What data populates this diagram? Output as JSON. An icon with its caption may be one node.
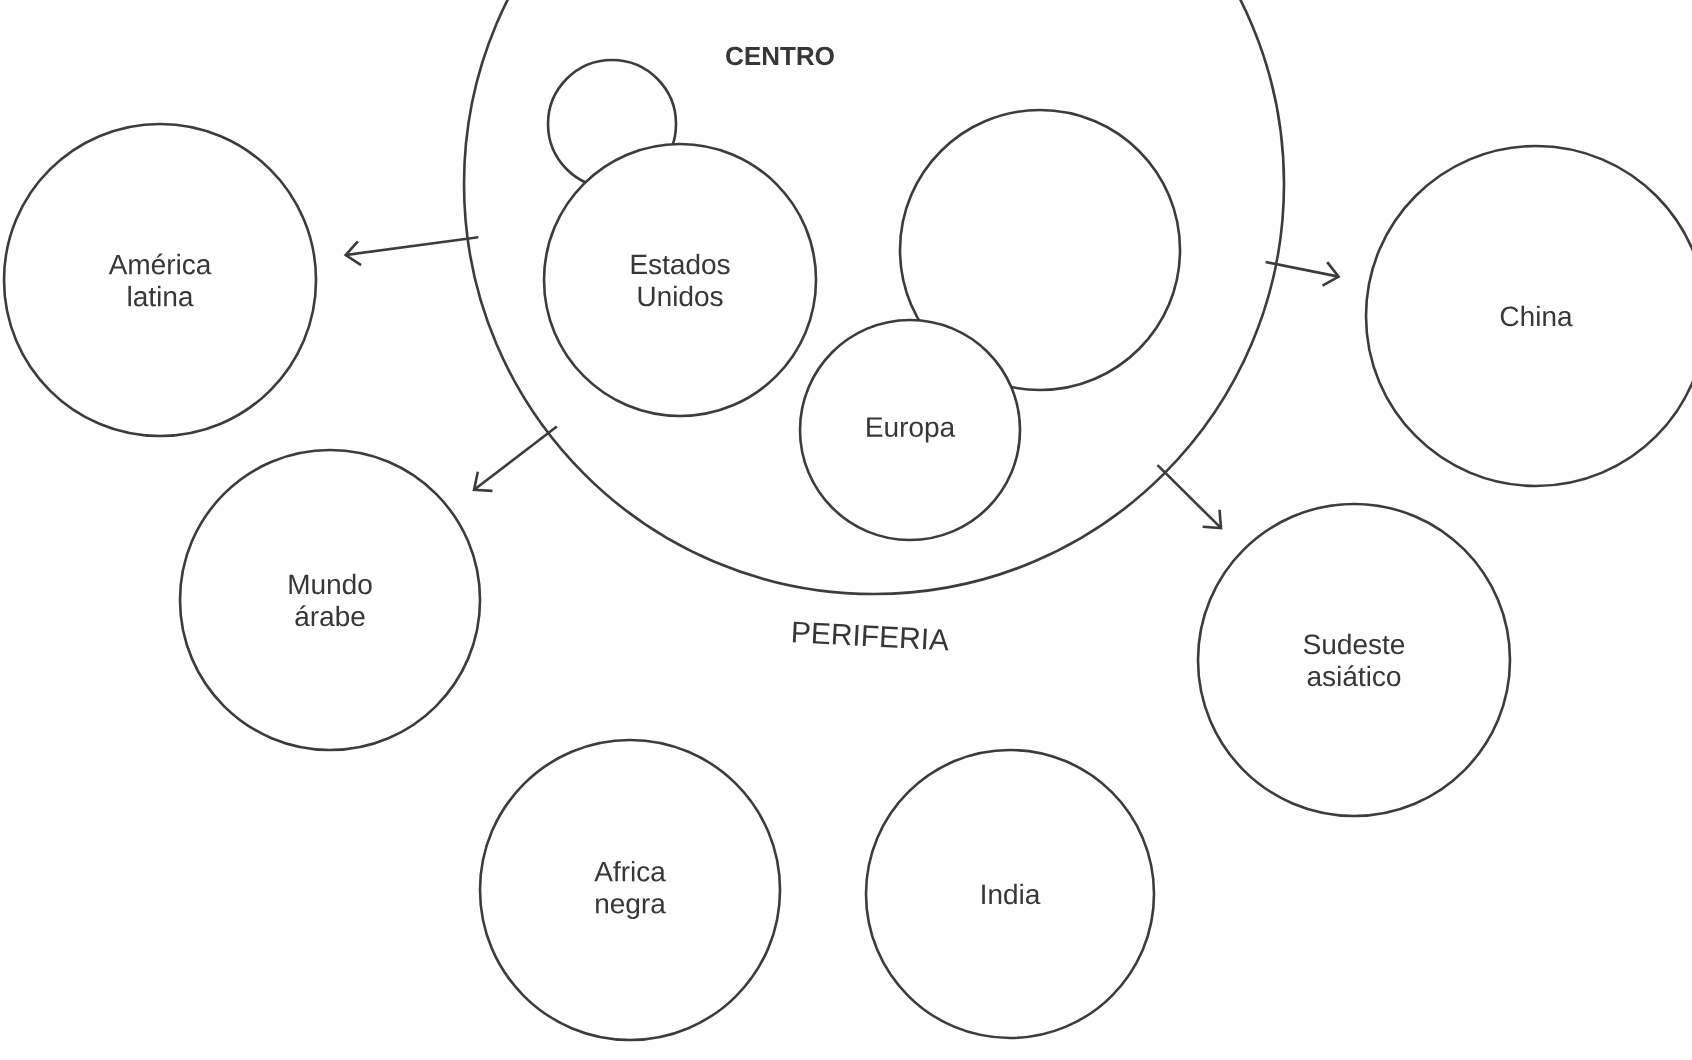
{
  "diagram": {
    "nodes": [
      {
        "text": [
          "CENTRO"
        ]
      },
      {
        "text": [],
        "shape": "circle",
        "in": 0
      },
      {
        "text": [
          "Estados Unidos"
        ],
        "in": 0
      },
      {
        "text": [],
        "shape": "circle",
        "in": 0
      },
      {
        "text": [
          "Europa"
        ],
        "in": 0
      },
      {
        "text": [
          "América latina"
        ]
      },
      {
        "text": [
          "China"
        ]
      },
      {
        "text": [
          "Mundo árabe"
        ]
      },
      {
        "text": [
          "Sudeste asiático"
        ]
      },
      {
        "text": [
          "Africa negra"
        ]
      },
      {
        "text": [
          "India"
        ]
      }
    ],
    "edges": [
      {
        "from": 0,
        "to": 5,
        "arrow": "to"
      },
      {
        "from": 0,
        "to": 6,
        "arrow": "to"
      },
      {
        "from": 0,
        "to": 7,
        "arrow": "to"
      },
      {
        "from": 0,
        "to": 8,
        "arrow": "to"
      }
    ],
    "labels": [
      "PERIFERIA"
    ]
  }
}
